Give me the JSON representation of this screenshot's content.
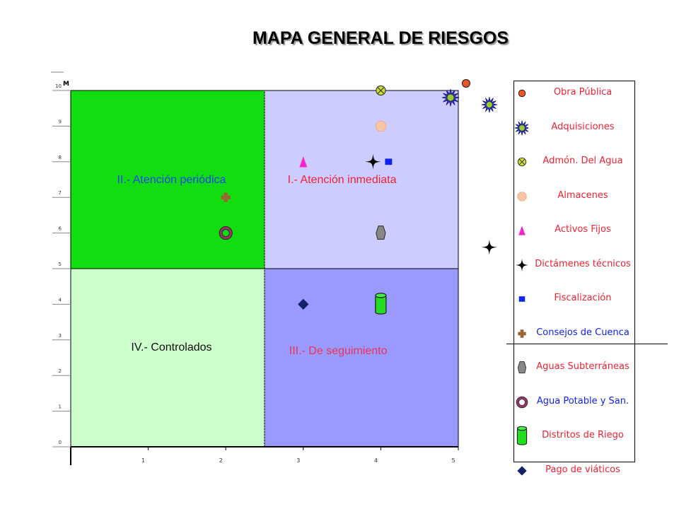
{
  "title": "MAPA GENERAL DE RIESGOS",
  "chart_data": {
    "type": "scatter",
    "xlim": [
      0,
      5
    ],
    "ylim": [
      0,
      10
    ],
    "xticks": [
      "1",
      "2",
      "3",
      "4",
      "5"
    ],
    "yticks": [
      "0",
      "1",
      "2",
      "3",
      "4",
      "5",
      "6",
      "7",
      "8",
      "9",
      "10"
    ],
    "ylabel": "M",
    "grid": false,
    "legend_position": "right",
    "quadrants": [
      {
        "label": "II.- Atención periódica",
        "x": [
          0,
          2.5
        ],
        "y": [
          5,
          10
        ],
        "color": "#11dd11",
        "label_color": "#2244ee"
      },
      {
        "label": "I.- Atención inmediata",
        "x": [
          2.5,
          5
        ],
        "y": [
          5,
          10
        ],
        "color": "#ccccff",
        "label_color": "#ee2233"
      },
      {
        "label": "IV.- Controlados",
        "x": [
          0,
          2.5
        ],
        "y": [
          0,
          5
        ],
        "color": "#ccffcc",
        "label_color": "#111111"
      },
      {
        "label": "III.- De seguimiento",
        "x": [
          2.5,
          5
        ],
        "y": [
          0,
          5
        ],
        "color": "#9999ff",
        "label_color": "#ee3355"
      }
    ],
    "series": [
      {
        "name": "Obra Pública",
        "icon": "circle-orange",
        "color": "#ee5522",
        "x": 5.1,
        "y": 10.2
      },
      {
        "name": "Adquisiciones",
        "icon": "sun-blue",
        "color": "#3333cc",
        "x": 4.9,
        "y": 9.8
      },
      {
        "name": "Admón. Del Agua",
        "icon": "circle-x-yellow",
        "color": "#ccdd33",
        "x": 4.0,
        "y": 10.0
      },
      {
        "name": "Almacenes",
        "icon": "octagon-peach",
        "color": "#f7c0a0",
        "x": 4.0,
        "y": 9.0
      },
      {
        "name": "Activos Fijos",
        "icon": "triangle-magenta",
        "color": "#ff22cc",
        "x": 3.0,
        "y": 8.0
      },
      {
        "name": "Dictámenes técnicos",
        "icon": "star4-black",
        "color": "#000000",
        "x": 3.9,
        "y": 8.0
      },
      {
        "name": "Fiscalización",
        "icon": "square-blue",
        "color": "#1122ee",
        "x": 4.1,
        "y": 8.0
      },
      {
        "name": "Consejos de Cuenca",
        "icon": "cross-brown",
        "color": "#996633",
        "x": 2.0,
        "y": 7.0
      },
      {
        "name": "Aguas Subterráneas",
        "icon": "pentagon-gray",
        "color": "#888888",
        "x": 4.0,
        "y": 6.0
      },
      {
        "name": "Agua Potable y San.",
        "icon": "ring-maroon",
        "color": "#993366",
        "x": 2.0,
        "y": 6.0
      },
      {
        "name": "Distritos de Riego",
        "icon": "cylinder-green",
        "color": "#22dd22",
        "x": 4.0,
        "y": 4.0
      },
      {
        "name": "Pago de viáticos",
        "icon": "diamond-navy",
        "color": "#112266",
        "x": 3.0,
        "y": 4.0
      }
    ],
    "extra_points": [
      {
        "icon": "sun-blue",
        "x": 5.4,
        "y": 9.6
      },
      {
        "icon": "star4-black",
        "x": 5.4,
        "y": 5.6
      }
    ]
  },
  "legend_items": [
    {
      "label": "Obra Pública",
      "icon": "circle-orange",
      "color": "#ee2233"
    },
    {
      "label": "Adquisiciones",
      "icon": "sun-blue",
      "color": "#ee2233"
    },
    {
      "label": "Admón. Del Agua",
      "icon": "circle-x-yellow",
      "color": "#ee2233"
    },
    {
      "label": "Almacenes",
      "icon": "octagon-peach",
      "color": "#ee2233"
    },
    {
      "label": "Activos Fijos",
      "icon": "triangle-magenta",
      "color": "#ee2233"
    },
    {
      "label": "Dictámenes técnicos",
      "icon": "star4-black",
      "color": "#ee2233"
    },
    {
      "label": "Fiscalización",
      "icon": "square-blue",
      "color": "#ee2233"
    },
    {
      "label": "Consejos de Cuenca",
      "icon": "cross-brown",
      "color": "#1122ee"
    },
    {
      "label": "Aguas Subterráneas",
      "icon": "pentagon-gray",
      "color": "#ee2233"
    },
    {
      "label": "Agua Potable y San.",
      "icon": "ring-maroon",
      "color": "#1122ee"
    },
    {
      "label": "Distritos de Riego",
      "icon": "cylinder-green",
      "color": "#ee2233"
    },
    {
      "label": "Pago de viáticos",
      "icon": "diamond-navy",
      "color": "#ee2233"
    }
  ]
}
